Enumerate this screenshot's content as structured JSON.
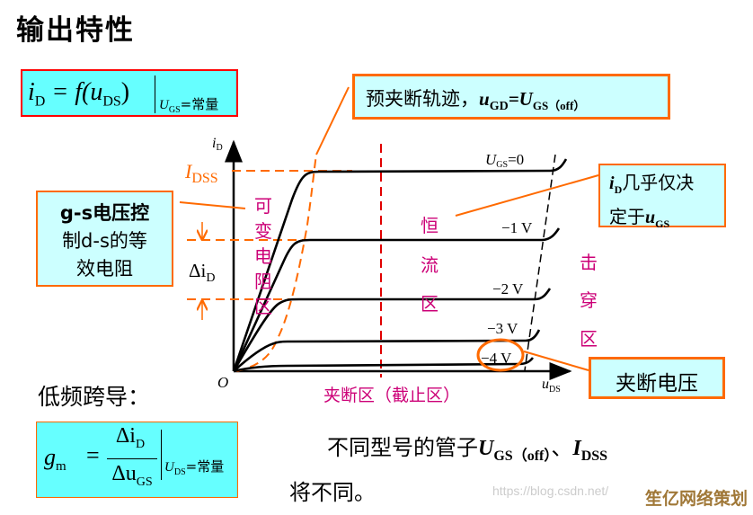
{
  "title": "输出特性",
  "formula1": {
    "lhs": "i",
    "lhs_sub": "D",
    "eq": " = f(u",
    "sub": "DS",
    "close": ")",
    "cond": "U",
    "cond_sub": "GS",
    "cond_rest": "=常量"
  },
  "callouts": {
    "pinch_track": {
      "text": "预夹断轨迹，",
      "u": "u",
      "u_sub": "GD",
      "eq": "=U",
      "eq_sub": "GS（off）"
    },
    "gs_voltage": {
      "line1": "g-s电压控",
      "line2": "制d-s的等",
      "line3": "效电阻"
    },
    "id_almost": {
      "i": "i",
      "i_sub": "D",
      "line1_rest": "几乎仅决",
      "line2": "定于",
      "u": "u",
      "u_sub": "GS"
    },
    "pinch_voltage": "夹断电压"
  },
  "graph": {
    "y_axis": "i",
    "y_axis_sub": "D",
    "x_axis": "u",
    "x_axis_sub": "DS",
    "origin": "O",
    "idss": "I",
    "idss_sub": "DSS",
    "delta": "Δi",
    "delta_sub": "D",
    "curves": [
      {
        "label": "U",
        "label_sub": "GS",
        "label_rest": "=0"
      },
      {
        "label": "−1 V"
      },
      {
        "label": "−2 V"
      },
      {
        "label": "−3 V"
      },
      {
        "label": "−4 V"
      }
    ],
    "regions": {
      "variable_resistance": [
        "可",
        "变",
        "电",
        "阻",
        "区"
      ],
      "constant_current": [
        "恒",
        "流",
        "区"
      ],
      "breakdown": [
        "击",
        "穿",
        "区"
      ],
      "cutoff": "夹断区（截止区）"
    },
    "colors": {
      "orange": "#ff6a00",
      "magenta": "#cc0077",
      "red": "#e00000"
    }
  },
  "low_freq": "低频跨导：",
  "formula2": {
    "lhs": "g",
    "lhs_sub": "m",
    "eq": "=",
    "num": "Δi",
    "num_sub": "D",
    "den": "Δu",
    "den_sub": "GS",
    "cond": "U",
    "cond_sub": "DS",
    "cond_rest": "=常量"
  },
  "note": {
    "line1": "不同型号的管子",
    "u": "U",
    "u_sub": "GS（off）",
    "sep": "、",
    "i": "I",
    "i_sub": "DSS",
    "line2": "将不同。"
  },
  "watermark": {
    "url": "https://blog.csdn.net/",
    "brand": "笙亿网络策划"
  }
}
